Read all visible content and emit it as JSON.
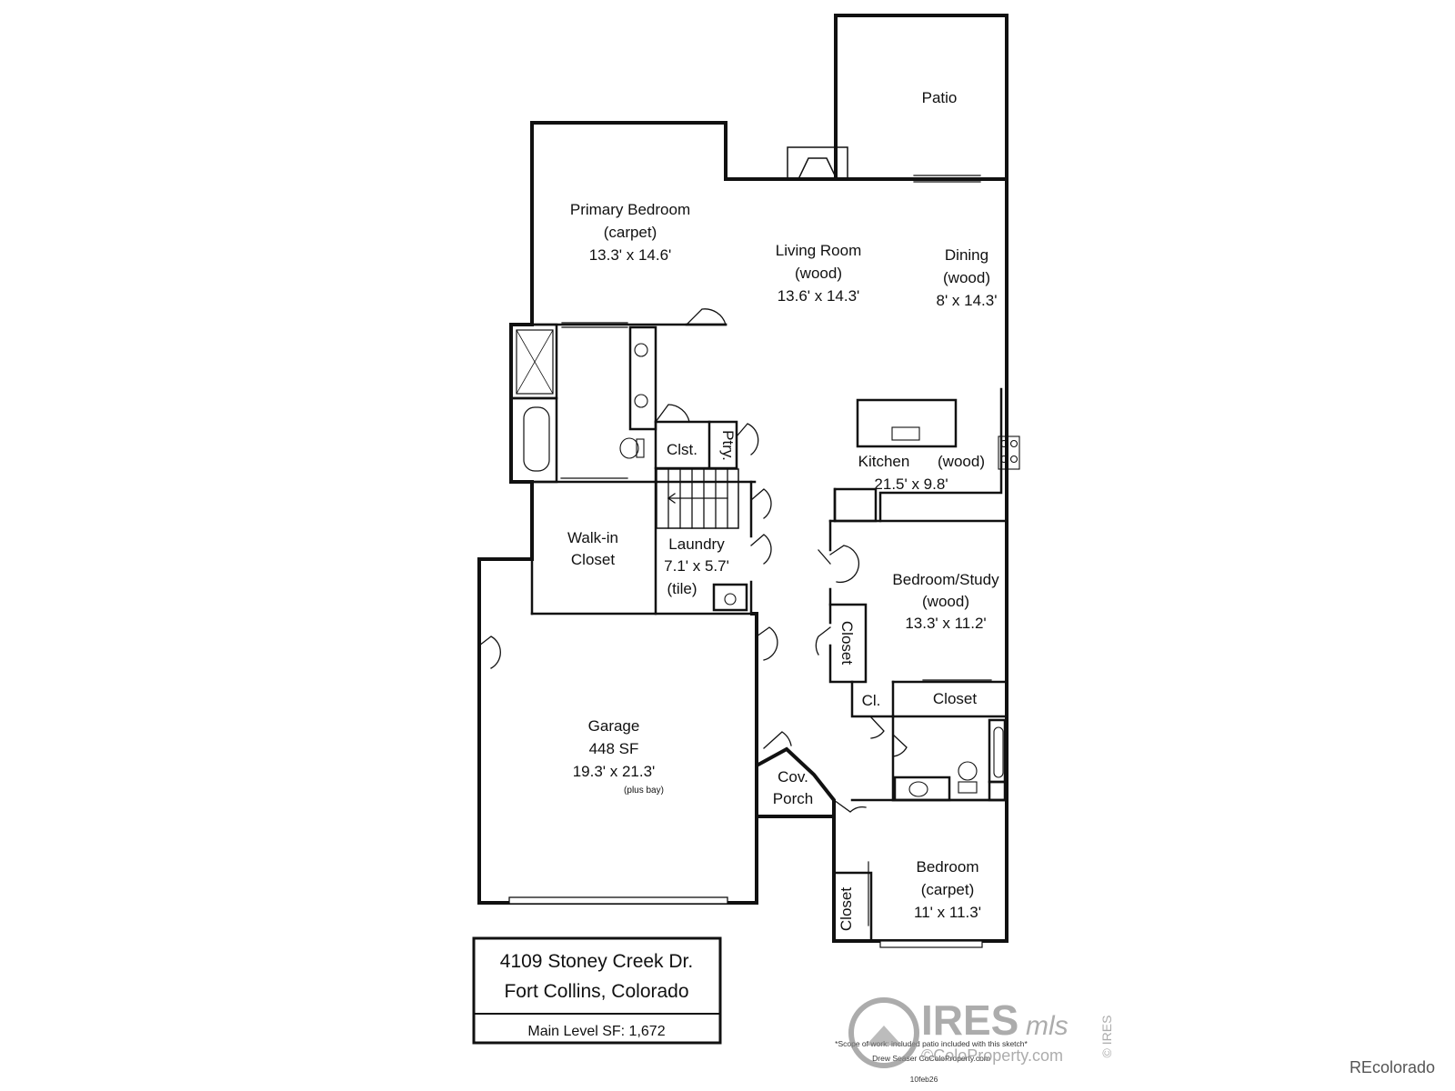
{
  "rooms": {
    "patio": "Patio",
    "primary_bedroom": [
      "Primary Bedroom",
      "(carpet)",
      "13.3' x 14.6'"
    ],
    "living_room": [
      "Living Room",
      "(wood)",
      "13.6' x 14.3'"
    ],
    "dining": [
      "Dining",
      "(wood)",
      "8' x 14.3'"
    ],
    "closet_small": "Clst.",
    "pantry": "Ptry.",
    "kitchen": [
      "Kitchen",
      "(wood)",
      "21.5' x 9.8'"
    ],
    "walkin_closet": [
      "Walk-in",
      "Closet"
    ],
    "laundry": [
      "Laundry",
      "7.1' x 5.7'",
      "(tile)"
    ],
    "bedroom_study": [
      "Bedroom/Study",
      "(wood)",
      "13.3' x 11.2'"
    ],
    "closet_vertical": "Closet",
    "closet_cl": "Cl.",
    "closet_horizontal": "Closet",
    "garage": [
      "Garage",
      "448 SF",
      "19.3' x 21.3'",
      "(plus bay)"
    ],
    "cov_porch": [
      "Cov.",
      "Porch"
    ],
    "bedroom": [
      "Bedroom",
      "(carpet)",
      "11' x 11.3'"
    ],
    "bedroom_closet": "Closet"
  },
  "address": {
    "line1": "4109 Stoney Creek Dr.",
    "line2": "Fort Collins, Colorado",
    "sf": "Main Level SF: 1,672"
  },
  "footnote": {
    "line1": "*Scope of work: included patio included with this sketch*",
    "line2": "Drew Seaser  CoColoProperty.com",
    "line3": "10feb26"
  },
  "watermark": {
    "main": "IRES",
    "script": "mls",
    "url": "©ColoProperty.com",
    "vertical": "© IRES"
  },
  "brand": "REcolorado",
  "colors": {
    "line": "#111111",
    "watermark": "#8a8a8a"
  }
}
